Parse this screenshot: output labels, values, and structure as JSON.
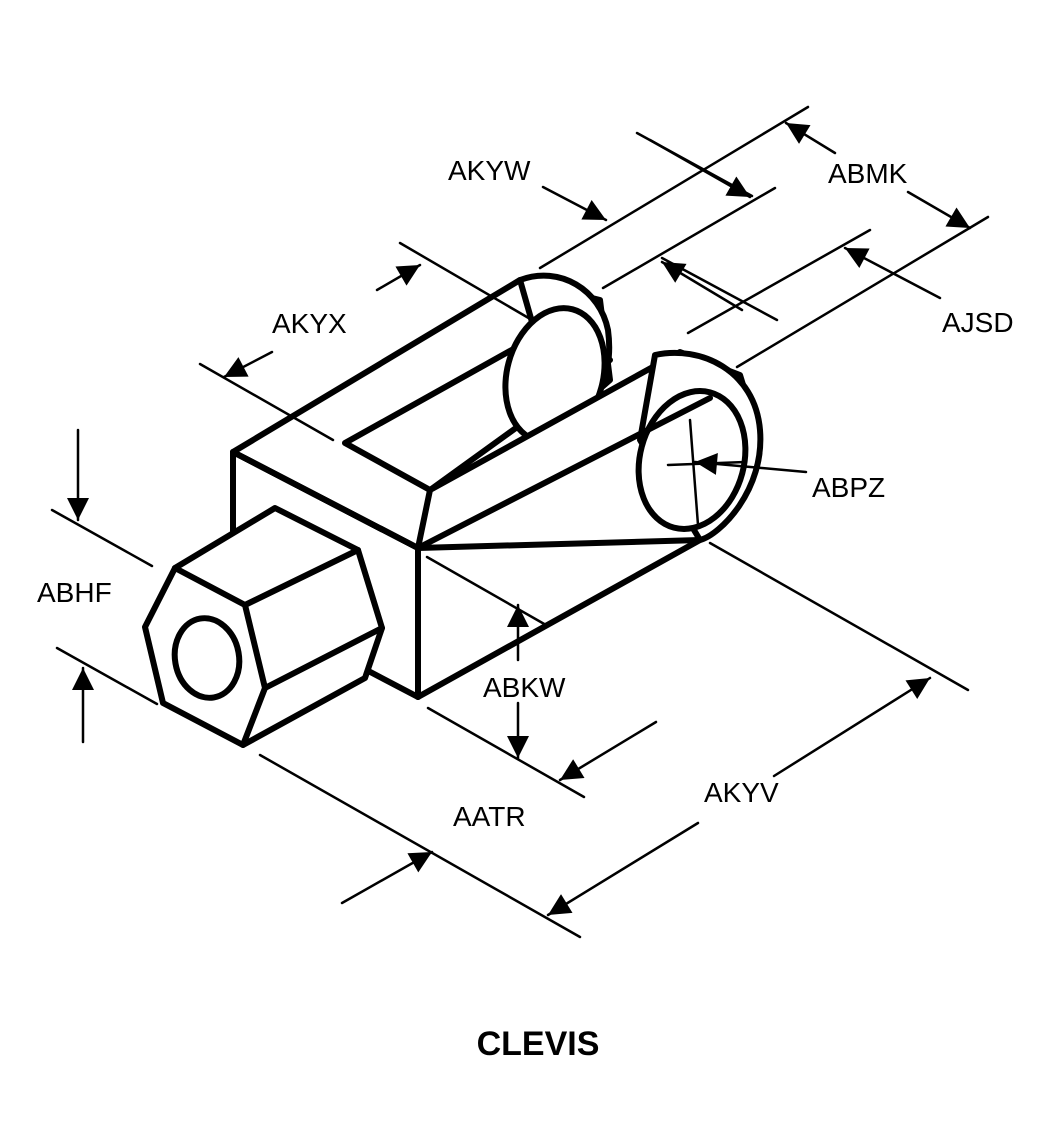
{
  "title": "CLEVIS",
  "labels": {
    "akyw": "AKYW",
    "abmk": "ABMK",
    "akyx": "AKYX",
    "ajsd": "AJSD",
    "abpz": "ABPZ",
    "abhf": "ABHF",
    "abkw": "ABKW",
    "aatr": "AATR",
    "akyv": "AKYV"
  }
}
